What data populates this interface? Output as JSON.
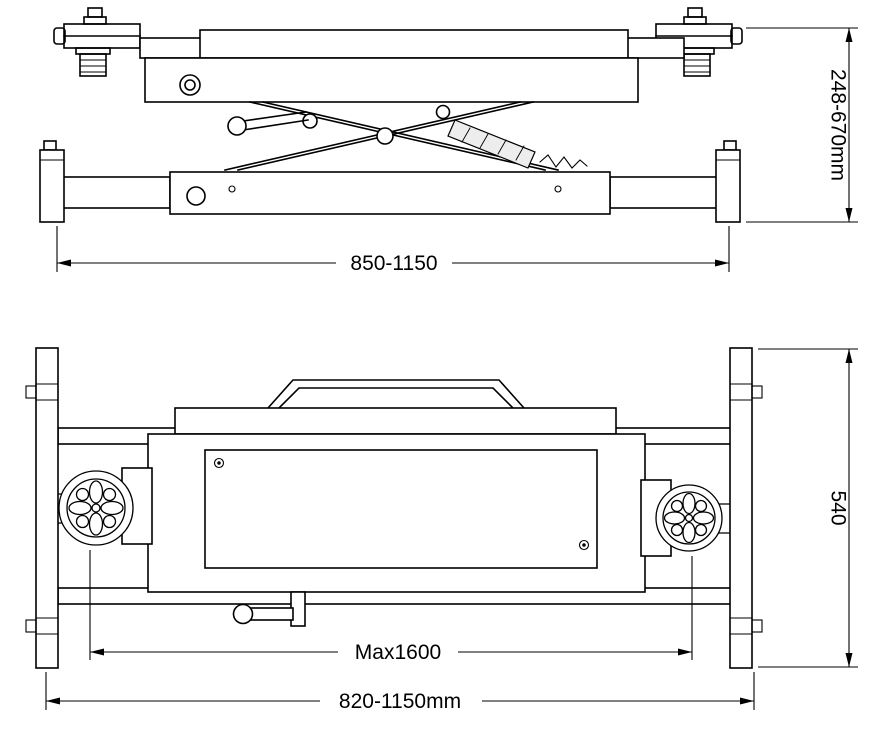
{
  "drawing": {
    "colors": {
      "line": "#000000",
      "background": "#ffffff",
      "cylinder_fill": "#ededed"
    },
    "dimensions": {
      "side_height": "248-670mm",
      "side_length": "850-1150",
      "plan_max_span": "Max1600",
      "plan_length": "820-1150mm",
      "plan_width": "540"
    }
  }
}
